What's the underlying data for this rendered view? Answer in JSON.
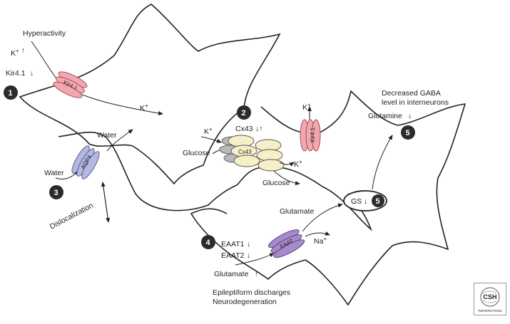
{
  "labels": {
    "hyperactivity": "Hyperactivity",
    "k_plus": "K",
    "kir41": "Kir4.1",
    "kir41_channel": "Kir4.1",
    "k_plus_out": "K",
    "water_top": "Water",
    "water_left": "Water",
    "aqp4": "AQP4",
    "dislocalization": "Dislocalization",
    "k_plus_cx": "K",
    "cx43": "Cx43",
    "cx43_channel": "Cx43",
    "glucose_in": "Glucose",
    "glucose_out": "Glucose",
    "k_plus_right": "K",
    "k_plus_top": "K",
    "kir41_vertical": "Kir4.1",
    "decreased_gaba_line1": "Decreased GABA",
    "decreased_gaba_line2": "level in interneurons",
    "glutamine": "Glutamine",
    "gs": "GS",
    "glutamate_top": "Glutamate",
    "na_plus": "Na",
    "eaat": "EAAT",
    "eaat1": "EAAT1",
    "eaat2": "EAAT2",
    "glutamate_bottom": "Glutamate",
    "epileptiform": "Epileptiform discharges",
    "neurodegeneration": "Neurodegeneration",
    "superscript_plus": "+",
    "logo_top": "CSH",
    "logo_bottom": "PERSPECTIVES"
  },
  "markers": {
    "m1": "1",
    "m2": "2",
    "m3": "3",
    "m4": "4",
    "m5a": "5",
    "m5b": "5"
  },
  "colors": {
    "kir": "#f2a7ae",
    "kir_stroke": "#a34f5c",
    "aqp": "#b4b7e0",
    "aqp_stroke": "#5c5f95",
    "cx": "#f7efc8",
    "cx_grey": "#b8b8bc",
    "eaat": "#a78ac9",
    "eaat_stroke": "#5b4383",
    "marker": "#2b2b2b"
  }
}
